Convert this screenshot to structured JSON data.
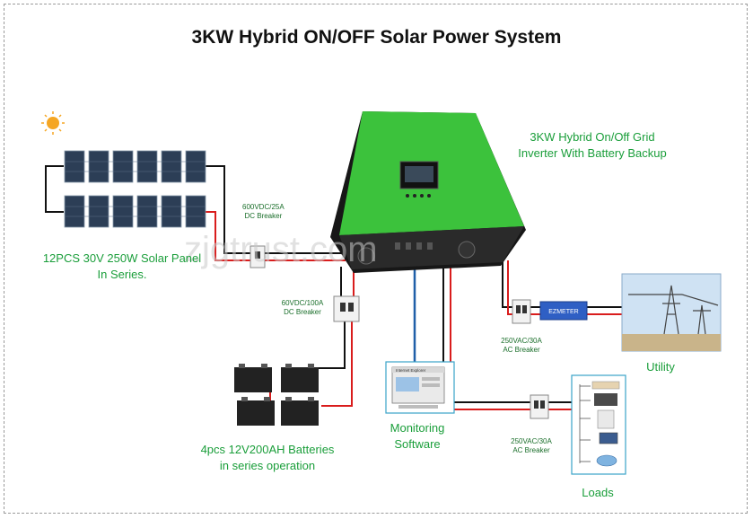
{
  "title": "3KW Hybrid ON/OFF Solar Power System",
  "labels": {
    "panels": "12PCS 30V 250W Solar Panel\nIn Series.",
    "inverter": "3KW Hybrid On/Off Grid\nInverter With Battery Backup",
    "dc_breaker_pv": "600VDC/25A\nDC Breaker",
    "dc_breaker_bat": "60VDC/100A\nDC Breaker",
    "batteries": "4pcs  12V200AH Batteries\nin series operation",
    "monitoring": "Monitoring\nSoftware",
    "ac_breaker_grid": "250VAC/30A\nAC Breaker",
    "ac_breaker_loads": "250VAC/30A\nAC Breaker",
    "utility": "Utility",
    "loads": "Loads",
    "meter": "EZMETER",
    "watermark": "zjgtrust.com",
    "browser_title": "Internet Explorer"
  },
  "icons": [
    "sun-icon",
    "solar-panel-icon",
    "battery-icon",
    "monitor-icon",
    "power-tower-icon",
    "breaker-icon",
    "load-icon"
  ],
  "colors": {
    "label_green": "#1a9e3a",
    "inverter_green": "#39c239",
    "wire_red": "#d91c1c",
    "wire_black": "#111111",
    "wire_blue": "#1f5fa8",
    "meter_blue": "#2f5fc4"
  }
}
